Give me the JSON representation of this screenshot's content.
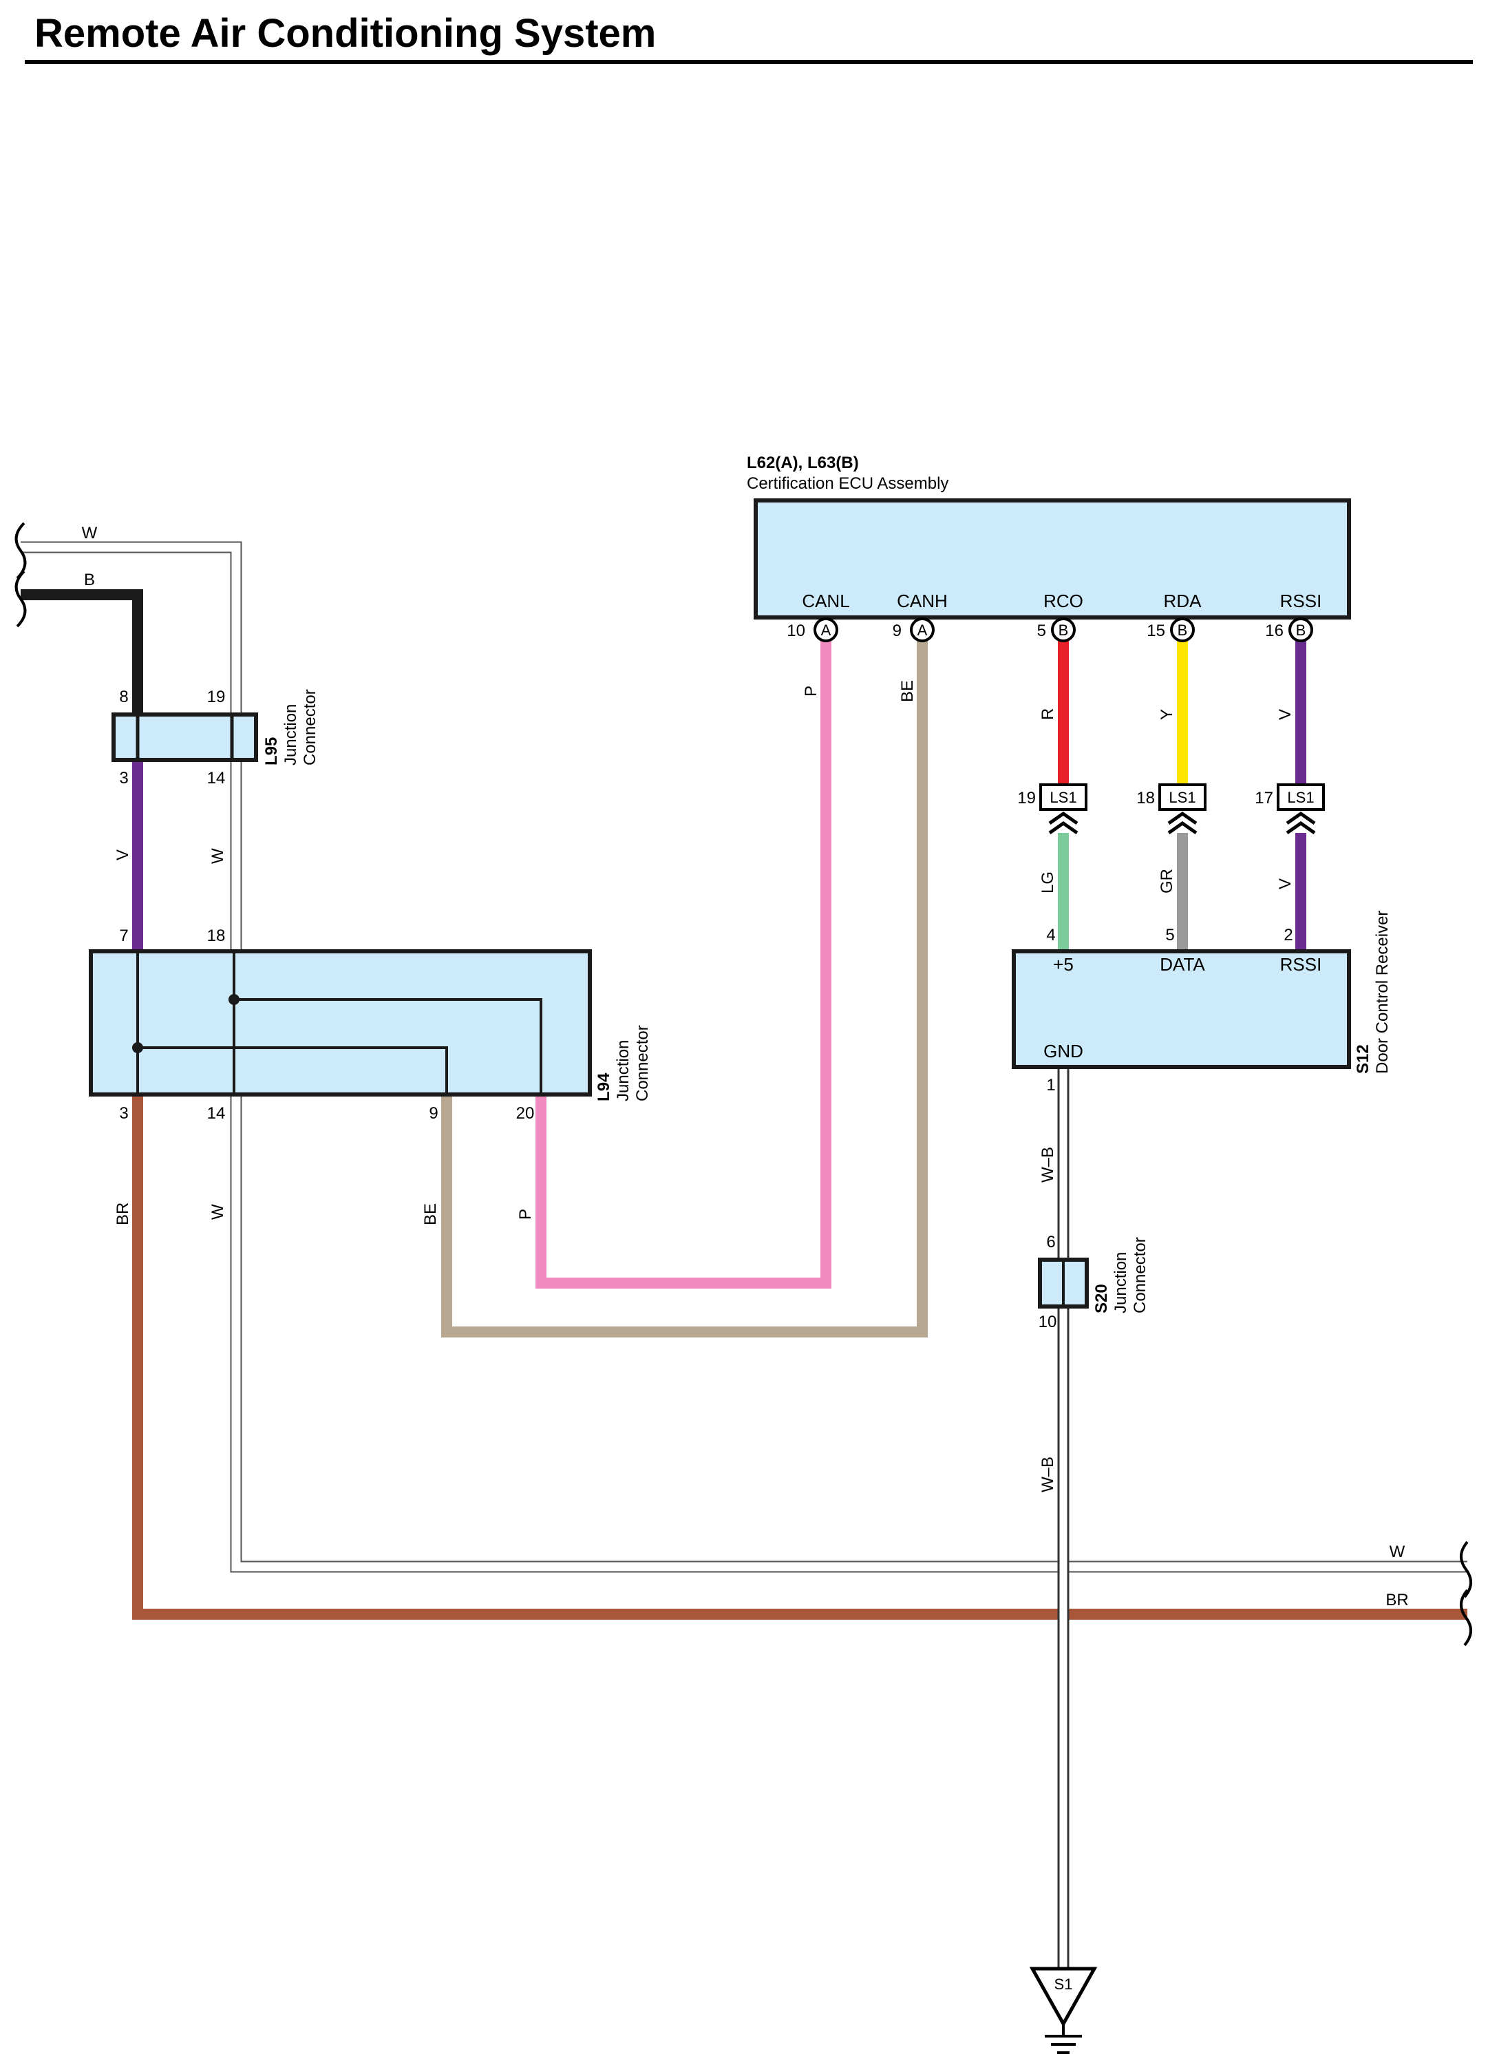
{
  "title": "Remote Air Conditioning System",
  "colors": {
    "box_fill": "#cceaf9",
    "W": "#ffffff",
    "B": "#1a1a1a",
    "V": "#6b2c91",
    "P": "#f08cbf",
    "BE": "#b9a891",
    "R": "#e8202a",
    "Y": "#ffe600",
    "LG": "#7ccb9a",
    "GR": "#9a9a9a",
    "BR": "#a9573a",
    "W-B": "#ffffff"
  },
  "components": {
    "ecu": {
      "id": "L62(A), L63(B)",
      "name": "Certification ECU Assembly",
      "terminals": [
        {
          "label": "CANL",
          "pin": "10",
          "conn": "A"
        },
        {
          "label": "CANH",
          "pin": "9",
          "conn": "A"
        },
        {
          "label": "RCO",
          "pin": "5",
          "conn": "B"
        },
        {
          "label": "RDA",
          "pin": "15",
          "conn": "B"
        },
        {
          "label": "RSSI",
          "pin": "16",
          "conn": "B"
        }
      ]
    },
    "l95": {
      "id": "L95",
      "line1": "Junction",
      "line2": "Connector",
      "pins": {
        "top_left": "8",
        "top_right": "19",
        "bottom_left": "3",
        "bottom_right": "14"
      }
    },
    "l94": {
      "id": "L94",
      "line1": "Junction",
      "line2": "Connector",
      "pins": {
        "top_left": "7",
        "top_right": "18",
        "b1": "3",
        "b2": "14",
        "b3": "9",
        "b4": "20"
      }
    },
    "s12": {
      "id": "S12",
      "name": "Door Control Receiver",
      "terminals": [
        {
          "label": "+5",
          "pin": "4"
        },
        {
          "label": "DATA",
          "pin": "5"
        },
        {
          "label": "RSSI",
          "pin": "2"
        }
      ],
      "gnd_label": "GND",
      "gnd_pin": "1"
    },
    "s20": {
      "id": "S20",
      "line1": "Junction",
      "line2": "Connector",
      "pin_top": "6",
      "pin_bottom": "10"
    },
    "ls1": [
      {
        "label": "LS1",
        "pin": "19"
      },
      {
        "label": "LS1",
        "pin": "18"
      },
      {
        "label": "LS1",
        "pin": "17"
      }
    ],
    "ground": {
      "label": "S1"
    }
  },
  "wire_labels": {
    "w_top": "W",
    "b_top": "B",
    "v_l95": "V",
    "w_l95": "W",
    "br_l94": "BR",
    "w_l94": "W",
    "be_l94": "BE",
    "p_l94": "P",
    "p_ecu": "P",
    "be_ecu": "BE",
    "r_rco": "R",
    "y_rda": "Y",
    "v_rssi": "V",
    "lg": "LG",
    "gr": "GR",
    "v_recv": "V",
    "wb_upper": "W–B",
    "wb_lower": "W–B",
    "w_right": "W",
    "br_right": "BR"
  }
}
